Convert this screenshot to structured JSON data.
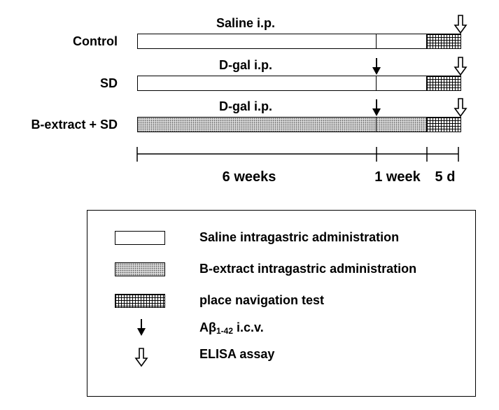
{
  "rows": [
    {
      "label": "Control",
      "treatment": "Saline i.p."
    },
    {
      "label": "SD",
      "treatment": "D-gal i.p."
    },
    {
      "label": "B-extract + SD",
      "treatment": "D-gal i.p."
    }
  ],
  "timeline": {
    "phases": [
      "6 weeks",
      "1 week",
      "5 d"
    ]
  },
  "legend": {
    "items": [
      {
        "icon": "empty-bar",
        "label": "Saline intragastric administration"
      },
      {
        "icon": "dotted-bar",
        "label": "B-extract intragastric administration"
      },
      {
        "icon": "grid-bar",
        "label": "place navigation test"
      },
      {
        "icon": "filled-arrow",
        "label_main": "Aβ",
        "label_sub": "1-42",
        "label_rest": " i.c.v."
      },
      {
        "icon": "hollow-arrow",
        "label": "ELISA assay"
      }
    ]
  }
}
